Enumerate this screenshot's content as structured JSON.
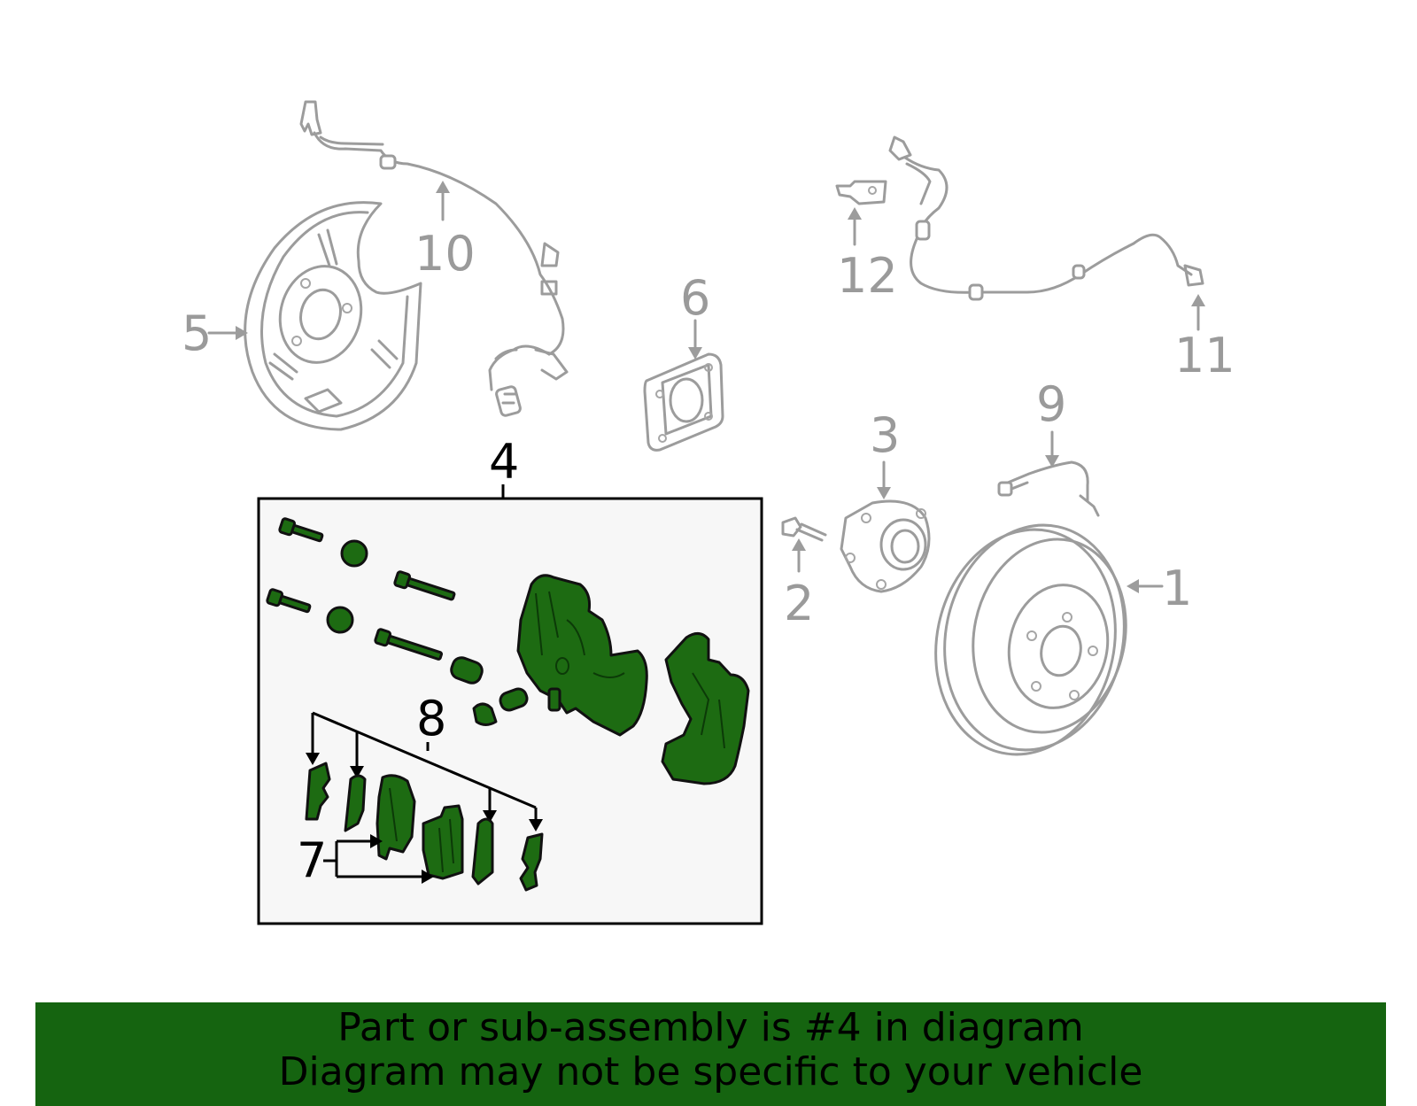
{
  "callouts": {
    "c1": "1",
    "c2": "2",
    "c3": "3",
    "c4": "4",
    "c5": "5",
    "c6": "6",
    "c7": "7",
    "c8": "8",
    "c9": "9",
    "c10": "10",
    "c11": "11",
    "c12": "12"
  },
  "colors": {
    "highlight": "#1d6b12",
    "inactive": "#9c9c9c",
    "banner": "#156410"
  },
  "banner": {
    "line1": "Part or sub-assembly is #4 in diagram",
    "line2": "Diagram may not be specific to your vehicle"
  }
}
